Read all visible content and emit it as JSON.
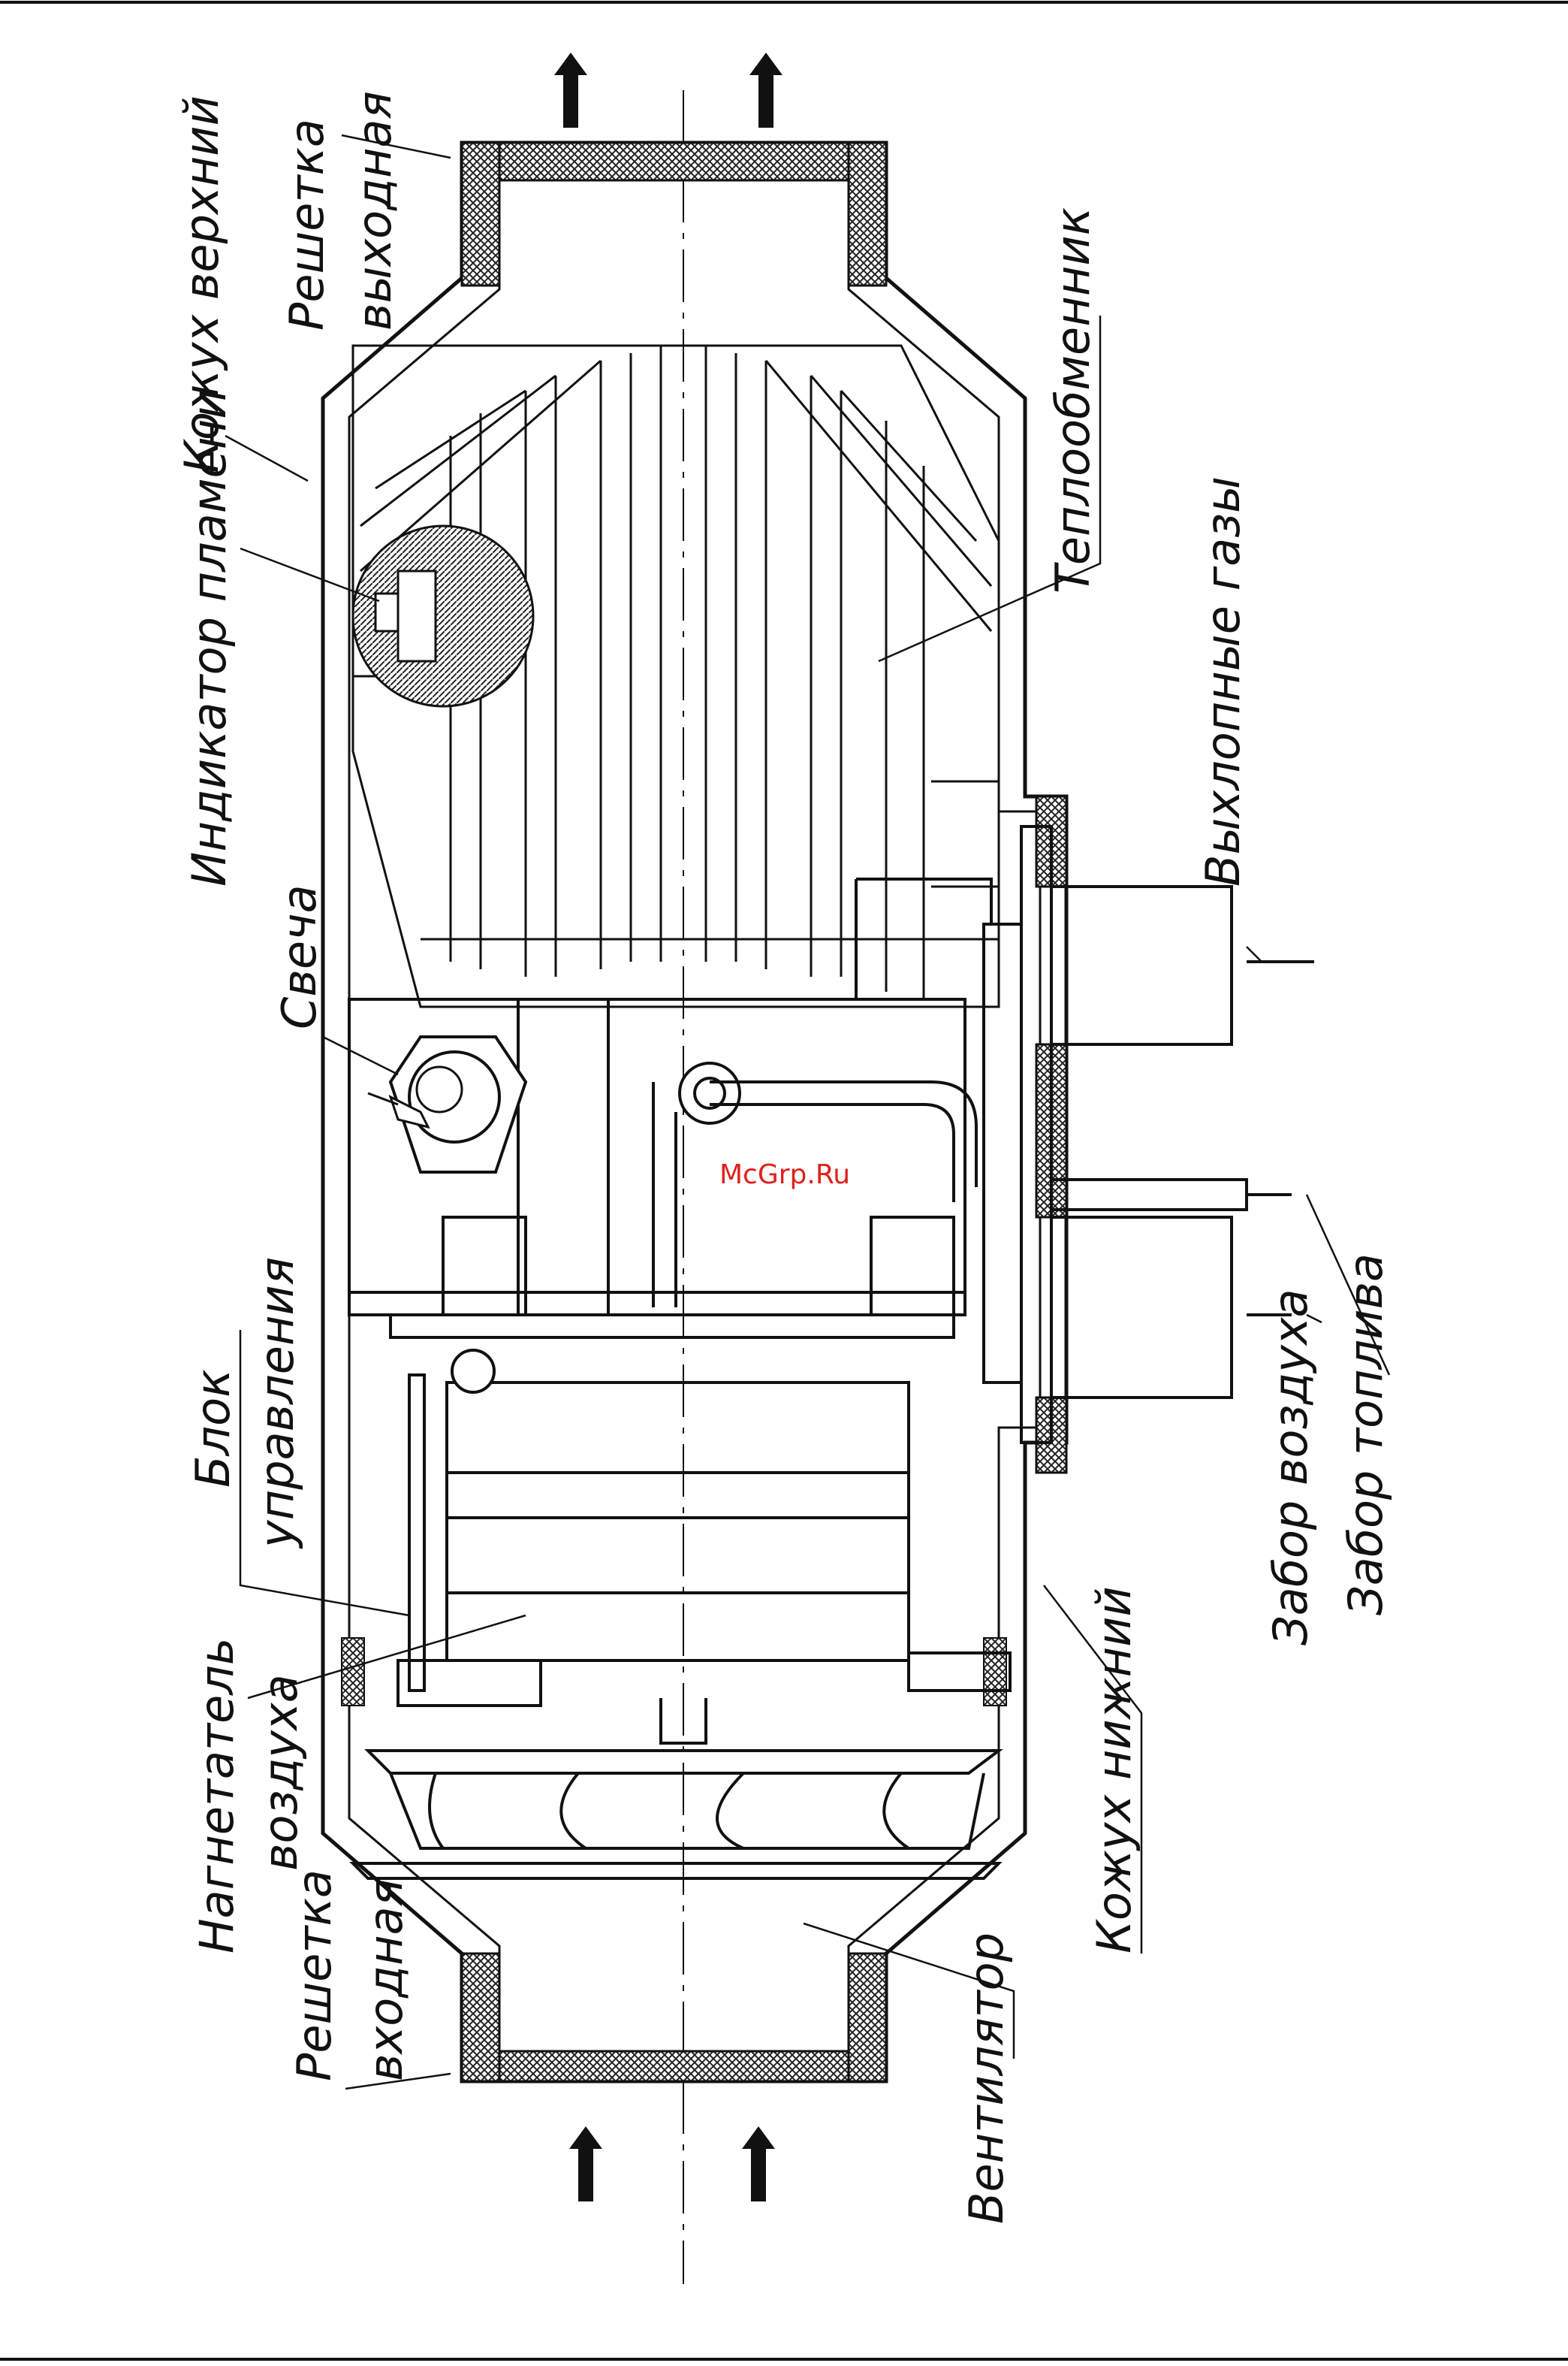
{
  "labels": {
    "outlet_grille": [
      "Решетка",
      "выходная"
    ],
    "upper_casing": "Кожух верхний",
    "heat_exchanger": "Теплообменник",
    "flame_indicator": "Индикатор пламени",
    "exhaust_gases": "Выхлопные газы",
    "glow_plug": "Свеча",
    "control_unit": [
      "Блок",
      "управления"
    ],
    "air_intake": "Забор воздуха",
    "fuel_intake": "Забор топлива",
    "air_blower": [
      "Нагнетатель",
      "воздуха"
    ],
    "lower_casing": "Кожух нижний",
    "inlet_grille": [
      "Решетка",
      "входная"
    ],
    "fan": "Вентилятор"
  },
  "watermark": "McGrp.Ru",
  "colors": {
    "line": "#111111",
    "watermark": "#e0201a",
    "hatch": "#222222"
  }
}
